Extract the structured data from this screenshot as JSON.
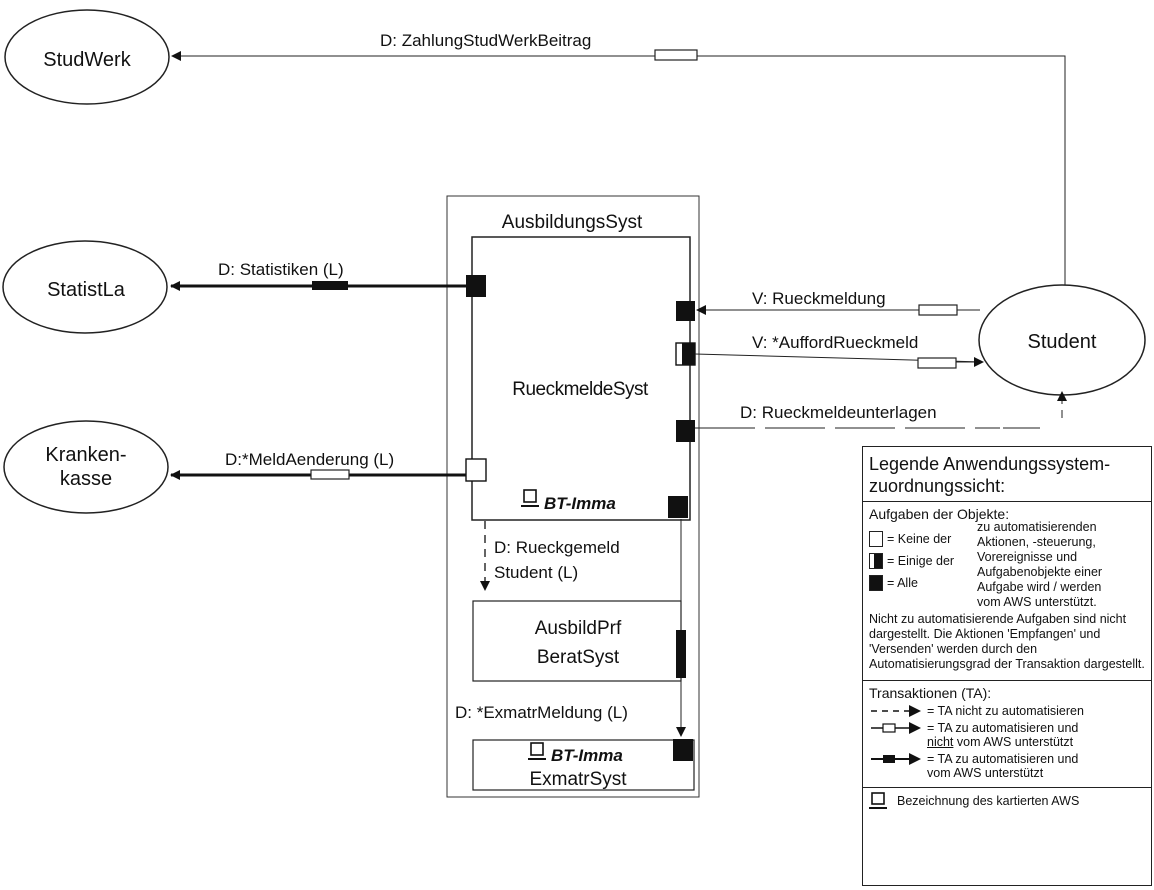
{
  "nodes": {
    "studwerk": "StudWerk",
    "statistla": "StatistLa",
    "krankenkasse_line1": "Kranken-",
    "krankenkasse_line2": "kasse",
    "student": "Student"
  },
  "systems": {
    "outer_title": "AusbildungsSyst",
    "rueckmelde": "RueckmeldeSyst",
    "bt_imma_1": "BT-Imma",
    "ausbildprf_line1": "AusbildPrf",
    "ausbildprf_line2": "BeratSyst",
    "bt_imma_2": "BT-Imma",
    "exmatr": "ExmatrSyst"
  },
  "transactions": {
    "zahlung": "D: ZahlungStudWerkBeitrag",
    "statistiken": "D: Statistiken (L)",
    "meldaenderung": "D:*MeldAenderung (L)",
    "rueckmeldung": "V: Rueckmeldung",
    "aufford": "V: *AuffordRueckmeld",
    "unterlagen": "D: Rueckmeldeunterlagen",
    "rueckgemeld_line1": "D: Rueckgemeld",
    "rueckgemeld_line2": "Student (L)",
    "exmatrmeldung": "D: *ExmatrMeldung (L)"
  },
  "legend": {
    "title_line1": "Legende Anwendungssystem-",
    "title_line2": "zuordnungssicht:",
    "aufgaben_heading": "Aufgaben der Objekte:",
    "keine": "= Keine der",
    "einige": "= Einige der",
    "alle": "= Alle",
    "desc_lines": [
      "zu automatisierenden",
      "Aktionen, -steuerung,",
      "Vorereignisse und",
      "Aufgabenobjekte einer",
      "Aufgabe wird / werden",
      "vom AWS unterstützt."
    ],
    "note": "Nicht zu automatisierende Aufgaben sind nicht dargestellt. Die Aktionen 'Empfangen' und 'Versenden' werden durch den Automatisierungsgrad der Transaktion dargestellt.",
    "ta_heading": "Transaktionen (TA):",
    "ta_1": "= TA nicht zu automatisieren",
    "ta_2_a": "= TA zu automatisieren und",
    "ta_2_b_u": "nicht",
    "ta_2_b_rest": " vom AWS unterstützt",
    "ta_3_a": "= TA zu automatisieren und",
    "ta_3_b": "vom AWS unterstützt",
    "aws": "Bezeichnung des kartierten AWS"
  }
}
